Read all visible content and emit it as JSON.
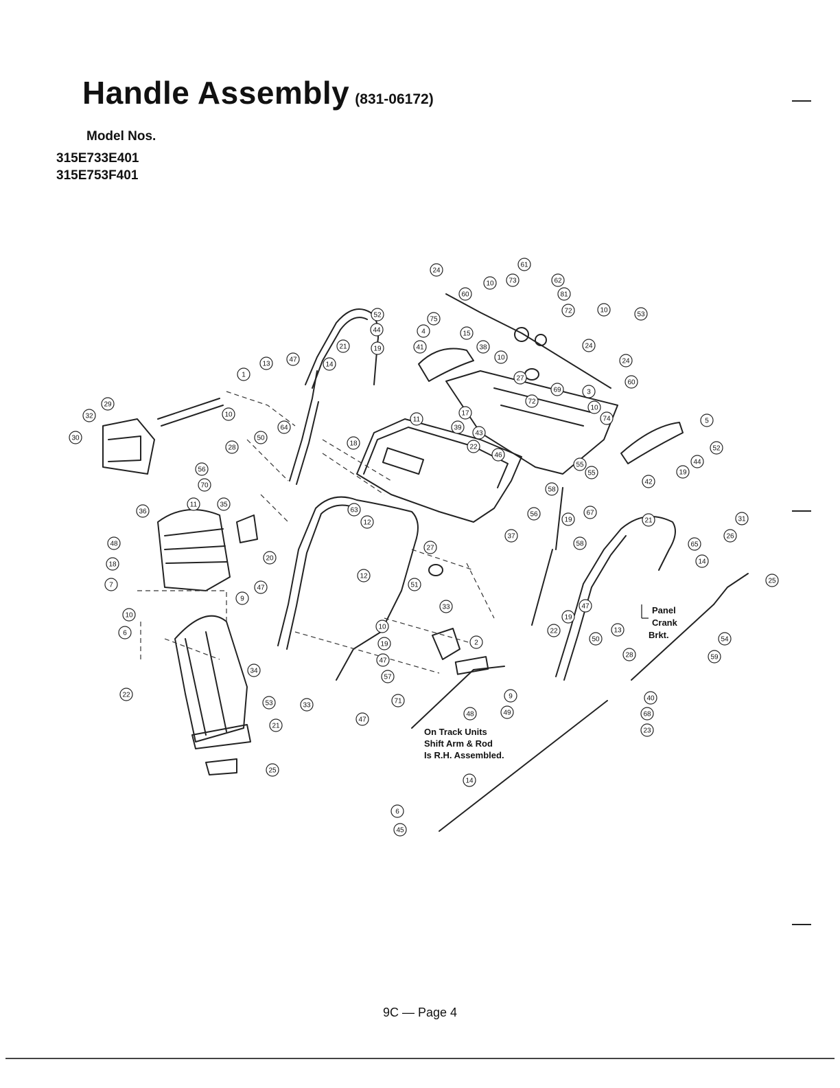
{
  "header": {
    "title": "Handle Assembly",
    "part_number": "(831-06172)",
    "model_label": "Model Nos.",
    "models": [
      "315E733E401",
      "315E753F401"
    ]
  },
  "callouts": {
    "panel": "Panel",
    "crank": "Crank",
    "brkt": "Brkt.",
    "track_note": [
      "On Track Units",
      "Shift Arm & Rod",
      "Is R.H. Assembled."
    ]
  },
  "footer": {
    "page": "9C — Page 4"
  },
  "diagram_labels": [
    "24",
    "61",
    "73",
    "62",
    "10",
    "60",
    "81",
    "72",
    "10",
    "53",
    "75",
    "15",
    "52",
    "44",
    "19",
    "41",
    "4",
    "21",
    "38",
    "10",
    "24",
    "24",
    "14",
    "47",
    "13",
    "27",
    "69",
    "72",
    "60",
    "1",
    "3",
    "10",
    "74",
    "11",
    "39",
    "17",
    "29",
    "10",
    "32",
    "30",
    "43",
    "22",
    "46",
    "64",
    "50",
    "18",
    "55",
    "5",
    "52",
    "44",
    "19",
    "42",
    "28",
    "19",
    "55",
    "56",
    "70",
    "35",
    "11",
    "58",
    "67",
    "36",
    "63",
    "12",
    "56",
    "20",
    "37",
    "58",
    "27",
    "21",
    "65",
    "14",
    "31",
    "26",
    "25",
    "48",
    "18",
    "7",
    "12",
    "51",
    "47",
    "9",
    "19",
    "47",
    "13",
    "33",
    "10",
    "6",
    "10",
    "19",
    "47",
    "34",
    "2",
    "50",
    "22",
    "28",
    "Panel",
    "54",
    "59",
    "57",
    "71",
    "9",
    "49",
    "48",
    "22",
    "53",
    "21",
    "33",
    "47",
    "40",
    "68",
    "23",
    "25",
    "14",
    "6",
    "45",
    "24"
  ]
}
